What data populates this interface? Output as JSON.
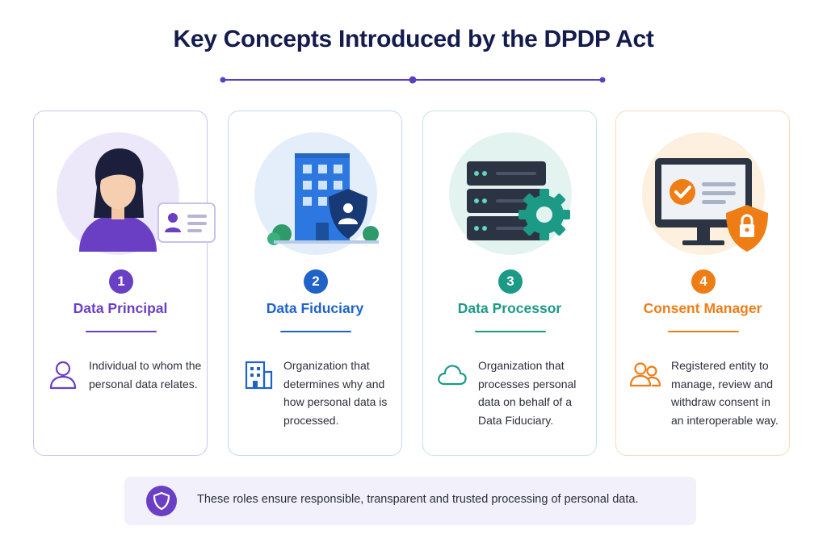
{
  "title": "Key Concepts Introduced by the DPDP Act",
  "cards": [
    {
      "number": "1",
      "title": "Data Principal",
      "description": "Individual to whom the personal data relates.",
      "accent": "#6a3fc4",
      "border": "#cdc3ef",
      "illustration": "person-with-id-card",
      "icon": "user-icon"
    },
    {
      "number": "2",
      "title": "Data Fiduciary",
      "description": "Organization that determines why and how personal data is processed.",
      "accent": "#1f63c9",
      "border": "#c2d7f3",
      "illustration": "office-building-with-shield",
      "icon": "building-icon"
    },
    {
      "number": "3",
      "title": "Data Processor",
      "description": "Organization that processes personal data on behalf of a Data Fiduciary.",
      "accent": "#1d9a86",
      "border": "#c2e6df",
      "illustration": "server-with-gear",
      "icon": "cloud-icon"
    },
    {
      "number": "4",
      "title": "Consent Manager",
      "description": "Registered entity to manage, review and withdraw consent in an interoperable way.",
      "accent": "#ee7d16",
      "border": "#f6dcb8",
      "illustration": "monitor-with-checkmark-and-lock",
      "icon": "users-icon"
    }
  ],
  "footer": {
    "text": "These roles ensure responsible, transparent and trusted processing of personal data.",
    "icon": "shield-icon",
    "color": "#6a3fc4"
  }
}
